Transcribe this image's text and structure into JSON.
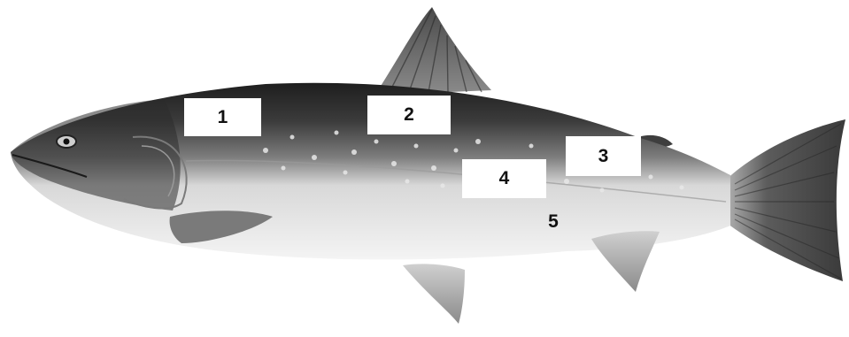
{
  "colors": {
    "background": "#ffffff",
    "back": "#2e2e2e",
    "belly": "#f2f2f2",
    "fin": "#6a6a6a",
    "label_box": "#ffffff",
    "label_text": "#111111"
  },
  "labels": [
    "1",
    "2",
    "3",
    "4",
    "5"
  ]
}
